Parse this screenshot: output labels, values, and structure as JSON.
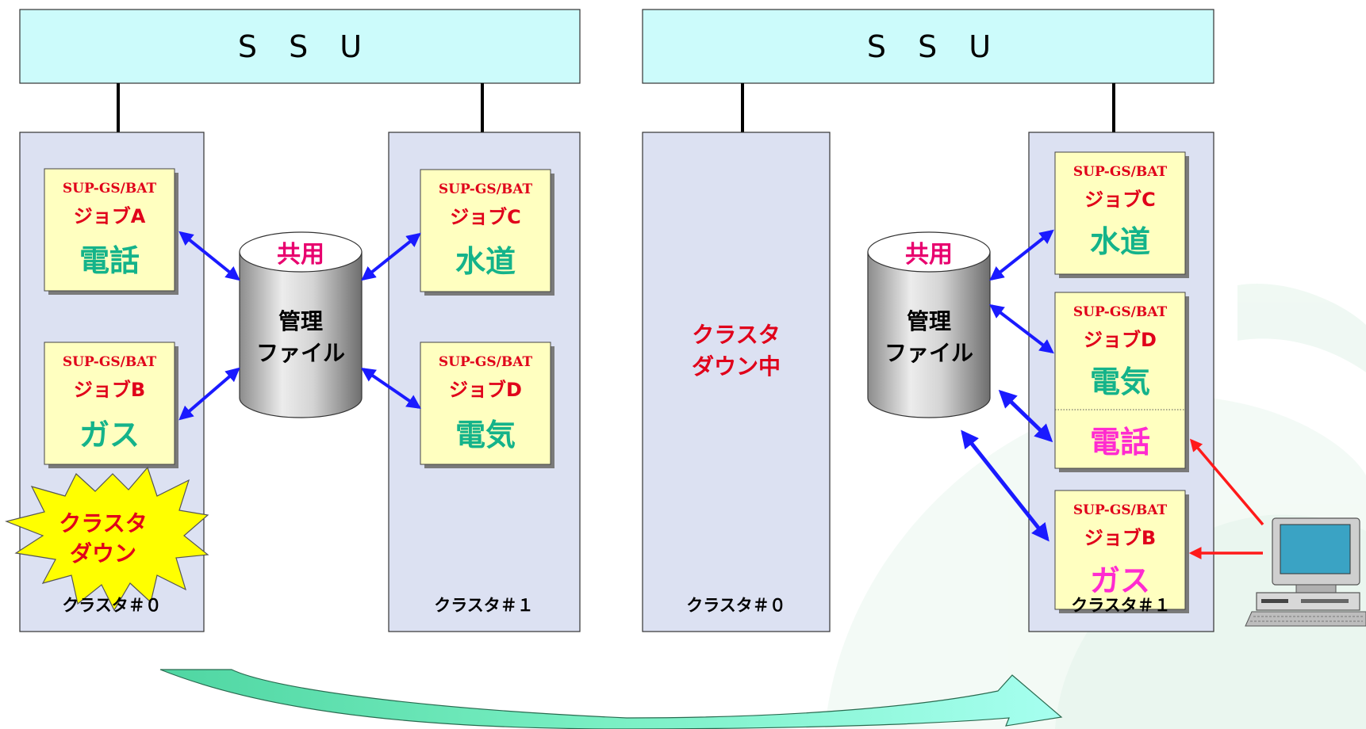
{
  "left": {
    "ssu_label": "S S U",
    "cluster0_label": "クラスタ＃０",
    "cluster1_label": "クラスタ＃１",
    "job_a": {
      "sup": "SUP-GS/BAT",
      "job": "ジョブA",
      "service": "電話"
    },
    "job_b": {
      "sup": "SUP-GS/BAT",
      "job": "ジョブB",
      "service": "ガス"
    },
    "job_c": {
      "sup": "SUP-GS/BAT",
      "job": "ジョブC",
      "service": "水道"
    },
    "job_d": {
      "sup": "SUP-GS/BAT",
      "job": "ジョブD",
      "service": "電気"
    },
    "db_shared": "共用",
    "db_line1": "管理",
    "db_line2": "ファイル",
    "burst_line1": "クラスタ",
    "burst_line2": "ダウン"
  },
  "right": {
    "ssu_label": "S S U",
    "cluster0_label": "クラスタ＃０",
    "cluster1_label": "クラスタ＃１",
    "down_line1": "クラスタ",
    "down_line2": "ダウン中",
    "job_c": {
      "sup": "SUP-GS/BAT",
      "job": "ジョブC",
      "service": "水道"
    },
    "job_d": {
      "sup": "SUP-GS/BAT",
      "job": "ジョブD",
      "service": "電気",
      "extra_service": "電話"
    },
    "job_b": {
      "sup": "SUP-GS/BAT",
      "job": "ジョブB",
      "service": "ガス"
    },
    "db_shared": "共用",
    "db_line1": "管理",
    "db_line2": "ファイル"
  },
  "colors": {
    "ssu_fill": "#ccfbfb",
    "cluster_fill": "#dce1f2",
    "job_fill": "#ffffc0",
    "service_green": "#14b38a",
    "service_magenta": "#ff2bd0",
    "label_red": "#e0001a",
    "shared_pink": "#e8006e",
    "arrow_blue": "#1a1aff",
    "arrow_red": "#ff1a1a",
    "burst_fill": "#ffff00",
    "curve_fill": "#5fe3b4"
  }
}
